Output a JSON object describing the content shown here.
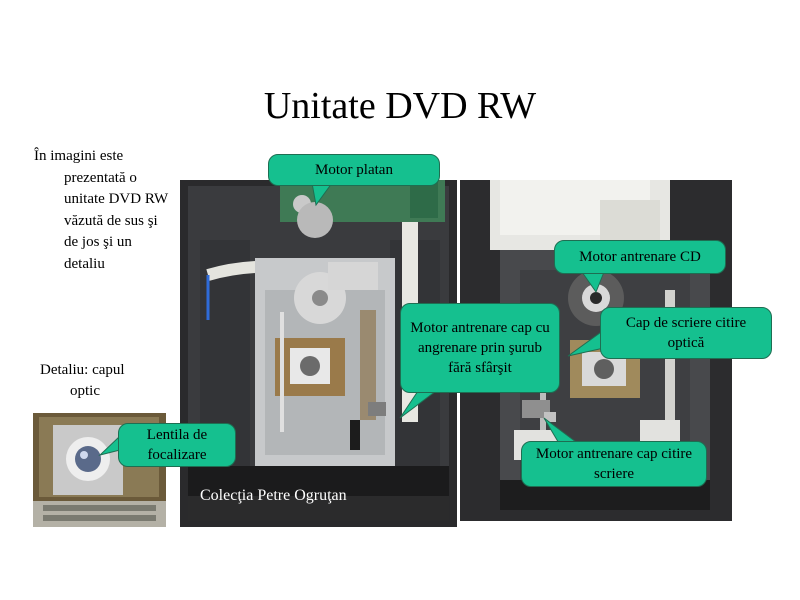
{
  "slide": {
    "title": "Unitate DVD RW",
    "intro_text": "În imagini este prezentată o unitate DVD RW văzută de sus şi de jos şi un detaliu",
    "detail_label": "Detaliu: capul optic",
    "credit": "Colecţia Petre Ogruţan"
  },
  "callouts": {
    "motor_platan": "Motor platan",
    "motor_antrenare_cap": "Motor antrenare cap cu angrenare prin şurub fără sfârşit",
    "motor_antrenare_cd": "Motor antrenare CD",
    "cap_scriere": "Cap de scriere citire optică",
    "motor_antrenare_cap_citire": "Motor antrenare cap citire scriere",
    "lentila": "Lentila de focalizare"
  },
  "colors": {
    "callout_fill": "#15c08f",
    "callout_border": "#1e6e52"
  }
}
